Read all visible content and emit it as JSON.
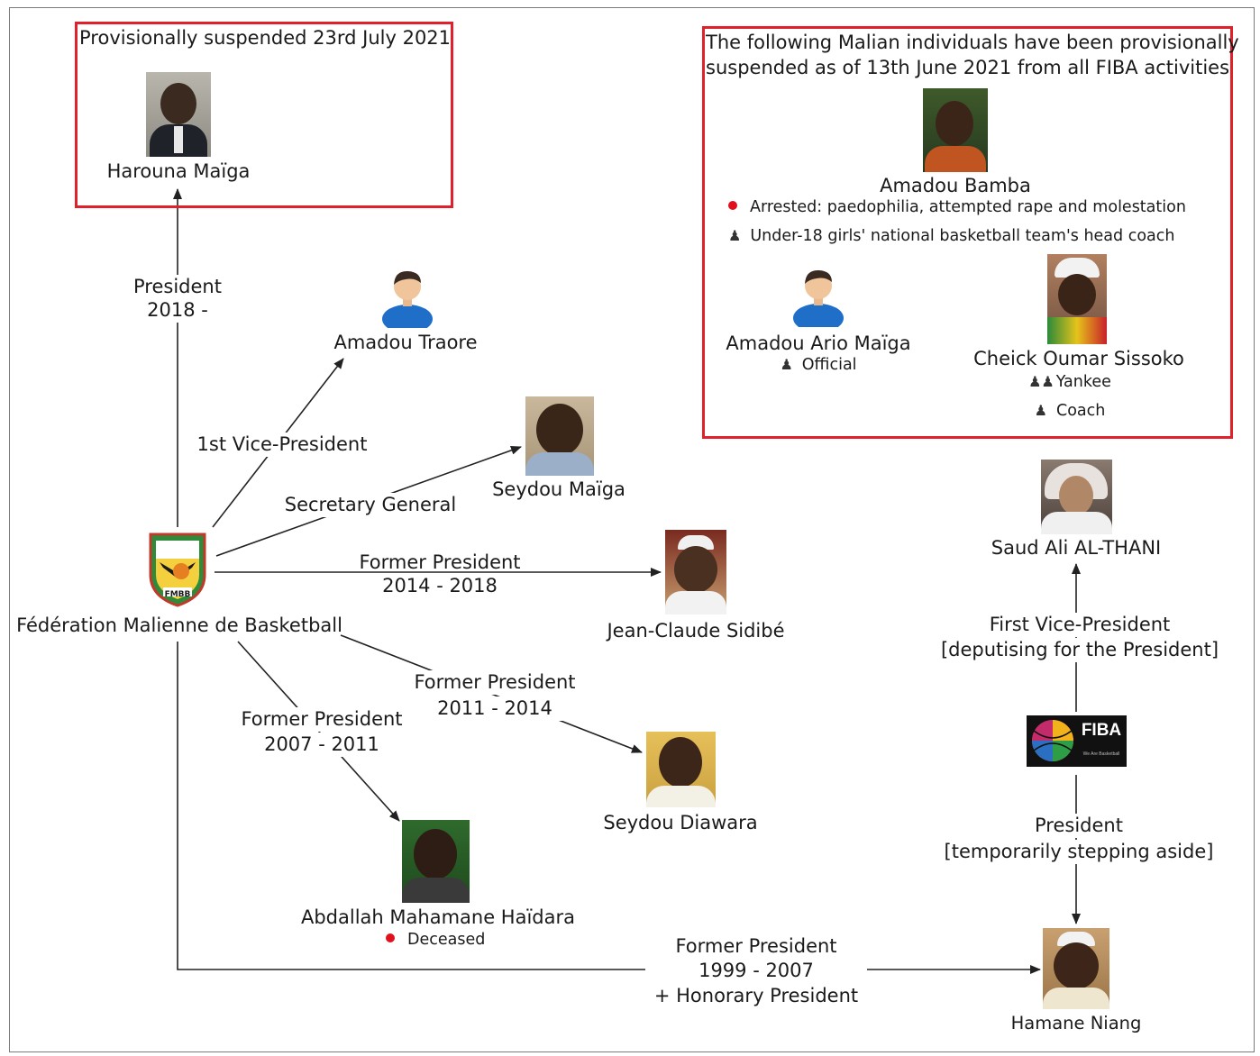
{
  "boxes": {
    "suspended_july": {
      "title": "Provisionally suspended 23rd July 2021",
      "person": "Harouna Maïga"
    },
    "suspended_june": {
      "title_line1": "The following Malian individuals have been provisionally",
      "title_line2": "suspended as of 13th June 2021 from all FIBA activities",
      "bamba": {
        "name": "Amadou Bamba",
        "note_arrested": "Arrested: paedophilia, attempted rape and molestation",
        "note_role": "Under-18 girls' national basketball team's head coach"
      },
      "ario": {
        "name": "Amadou Ario Maïga",
        "role": "Official"
      },
      "sissoko": {
        "name": "Cheick Oumar Sissoko",
        "role1": "Yankee",
        "role2": "Coach"
      }
    }
  },
  "center": {
    "name": "Fédération Malienne de Basketball",
    "logo_text": "FMBB"
  },
  "people": {
    "traore": "Amadou Traore",
    "seydou_maiga": "Seydou Maïga",
    "sidibe": "Jean-Claude Sidibé",
    "diawara": "Seydou Diawara",
    "haidara": "Abdallah Mahamane Haïdara",
    "haidara_note": "Deceased",
    "al_thani": "Saud Ali AL-THANI",
    "niang": "Hamane Niang"
  },
  "edges": {
    "president": {
      "line1": "President",
      "line2": "2018 -"
    },
    "vice": "1st Vice-President",
    "secgen": "Secretary General",
    "fp_2014": {
      "line1": "Former President",
      "line2": "2014 - 2018"
    },
    "fp_2011": {
      "line1": "Former President",
      "line2": "2011 - 2014"
    },
    "fp_2007": {
      "line1": "Former President",
      "line2": "2007 - 2011"
    },
    "fp_1999": {
      "line1": "Former President",
      "line2": "1999 - 2007",
      "line3": "+ Honorary President"
    },
    "fiba_vp": {
      "line1": "First Vice-President",
      "line2": "[deputising for the President]"
    },
    "fiba_pres": {
      "line1": "President",
      "line2": "[temporarily stepping aside]"
    }
  },
  "fiba": {
    "logo_text": "FIBA",
    "tagline": "We Are Basketball"
  },
  "colors": {
    "box_border": "#e0202a",
    "dot": "#e0101c",
    "edge": "#222222"
  }
}
